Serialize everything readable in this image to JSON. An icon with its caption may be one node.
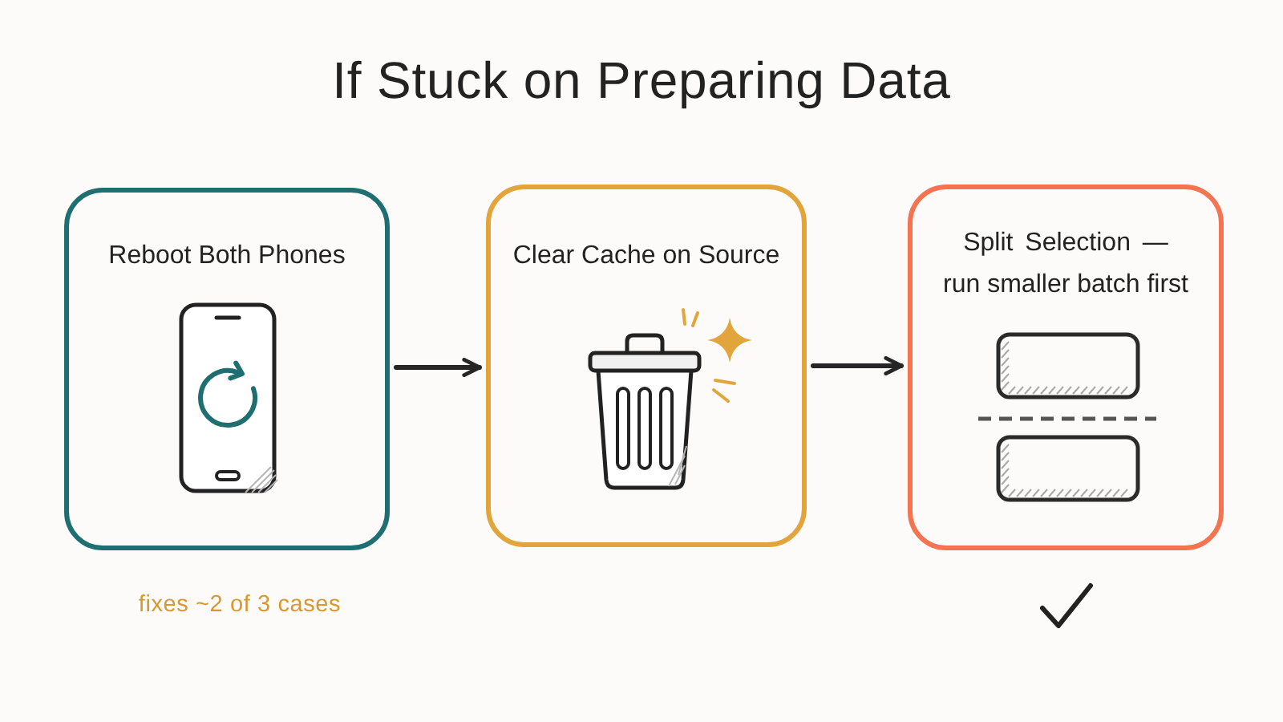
{
  "diagram": {
    "title": "If Stuck on Preparing Data",
    "nodes": [
      {
        "text": [
          "Reboot Both Phones"
        ],
        "beside": [
          "fixes ~2 of 3 cases"
        ]
      },
      {
        "text": [
          "Clear Cache on Source"
        ]
      },
      {
        "text": [
          "Split Selection — run smaller batch first"
        ]
      }
    ],
    "edges": [
      {
        "from": 0,
        "to": 1,
        "arrow": "to"
      },
      {
        "from": 1,
        "to": 2,
        "arrow": "to"
      }
    ]
  }
}
